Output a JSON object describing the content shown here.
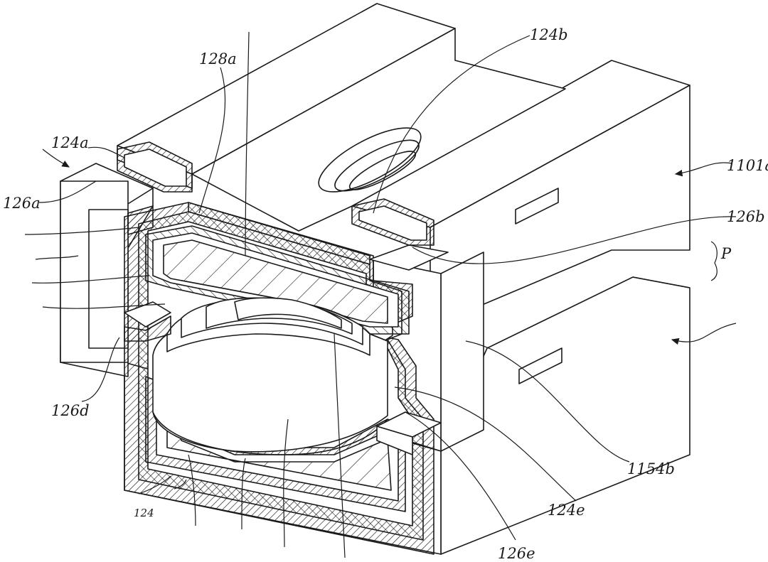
{
  "labels": {
    "l124a": "124a",
    "l126a": "126a",
    "l128a": "128a",
    "l124b": "124b",
    "l1101a": "1101a",
    "l126b": "126b",
    "lP": "P",
    "l126d": "126d",
    "l1154b": "1154b",
    "l124e": "124e",
    "l126e": "126e",
    "l124cut": "124"
  },
  "colors": {
    "line": "#1a1a1a",
    "fill": "#ffffff"
  }
}
